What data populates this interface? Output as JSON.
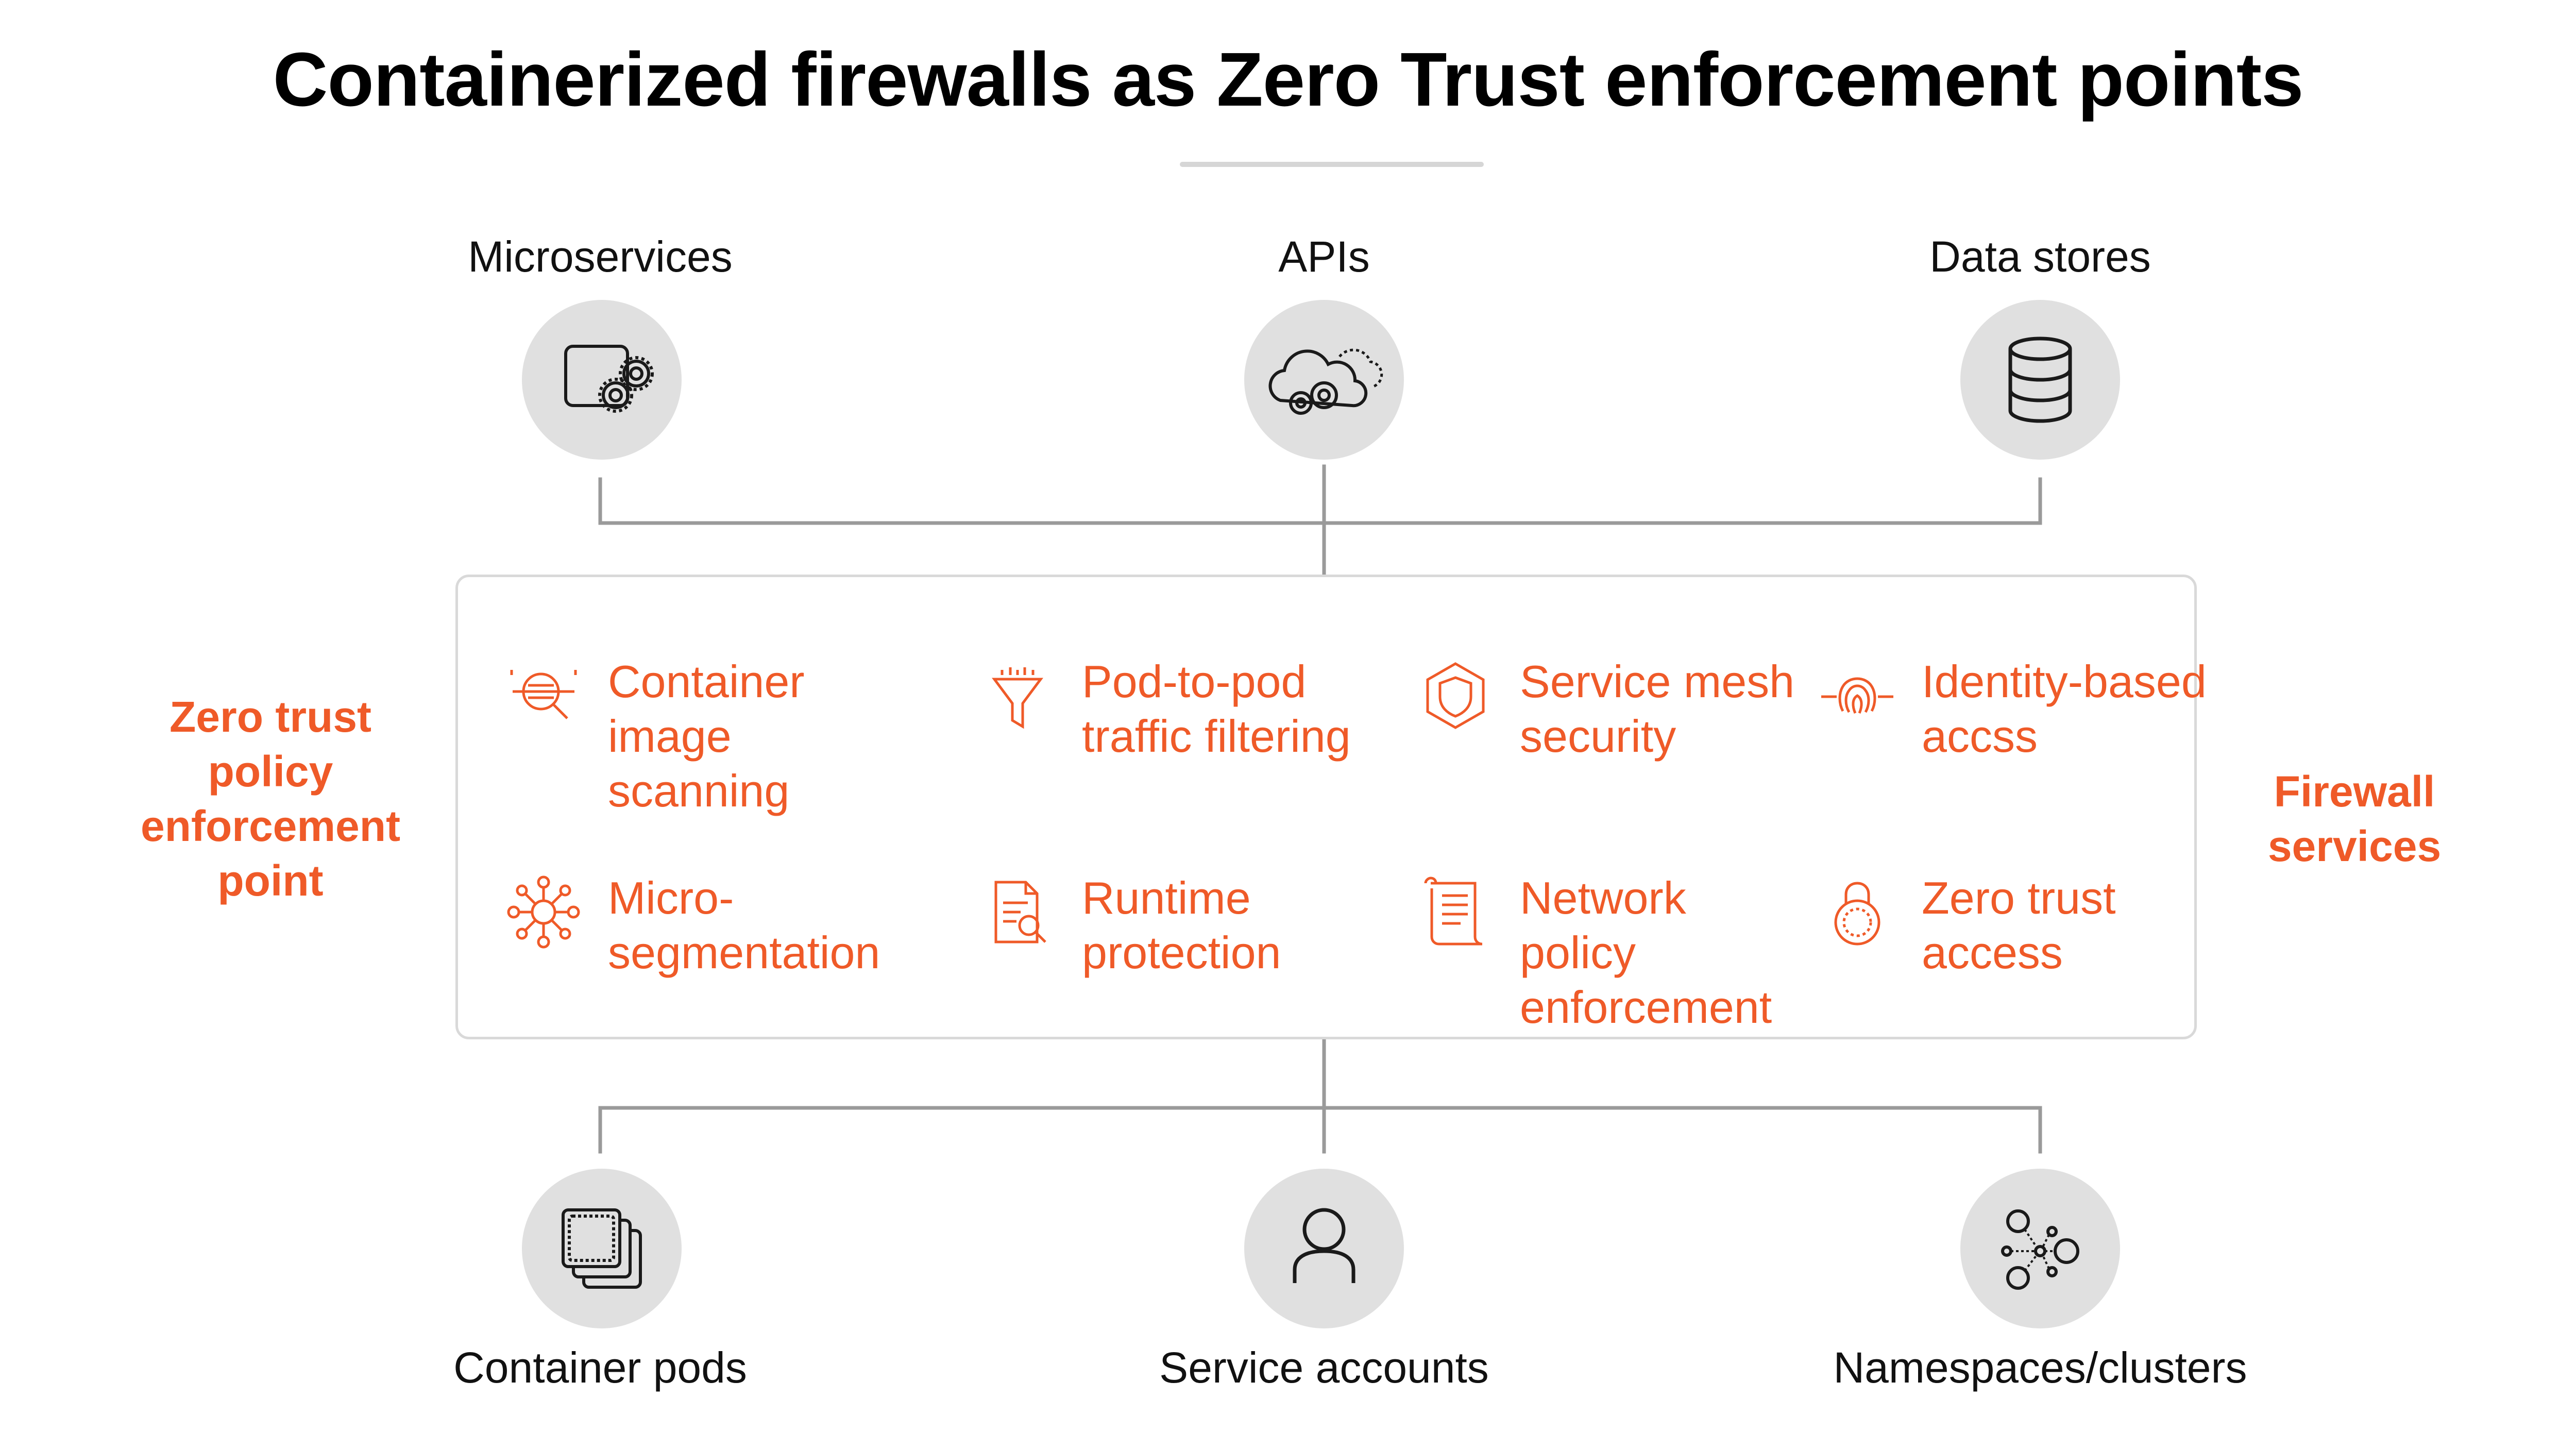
{
  "title": "Containerized firewalls as Zero Trust enforcement points",
  "colors": {
    "accent": "#ef5a28",
    "circle": "#e0e0e0",
    "line": "#9a9a9a",
    "panel_border": "#d9d9d9"
  },
  "top_nodes": [
    {
      "label": "Microservices",
      "icon": "app-gears-icon"
    },
    {
      "label": "APIs",
      "icon": "cloud-gears-icon"
    },
    {
      "label": "Data stores",
      "icon": "database-icon"
    }
  ],
  "bottom_nodes": [
    {
      "label": "Container pods",
      "icon": "stacked-containers-icon"
    },
    {
      "label": "Service accounts",
      "icon": "user-icon"
    },
    {
      "label": "Namespaces/clusters",
      "icon": "cluster-nodes-icon"
    }
  ],
  "left_label": "Zero trust policy enforcement point",
  "right_label": "Firewall services",
  "services": [
    {
      "label": "Container image scanning",
      "icon": "scan-magnifier-icon"
    },
    {
      "label": "Pod-to-pod traffic filtering",
      "icon": "funnel-icon"
    },
    {
      "label": "Service mesh security",
      "icon": "shield-hexagon-icon"
    },
    {
      "label": "Identity-based accss",
      "icon": "fingerprint-icon"
    },
    {
      "label": "Micro-segmentation",
      "icon": "network-hub-icon"
    },
    {
      "label": "Runtime protection",
      "icon": "document-search-icon"
    },
    {
      "label": "Network policy enforcement",
      "icon": "policy-scroll-icon"
    },
    {
      "label": "Zero trust access",
      "icon": "padlock-icon"
    }
  ]
}
